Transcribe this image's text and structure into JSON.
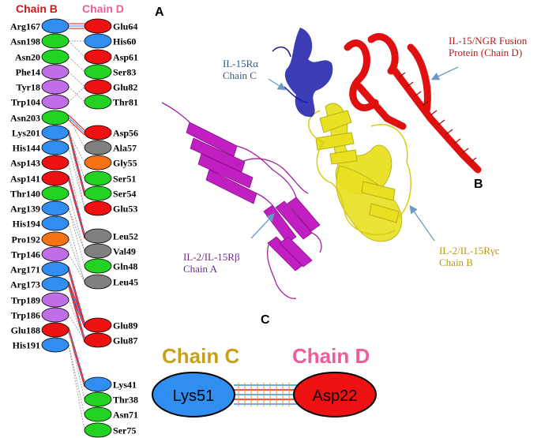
{
  "panel_a": {
    "label": "A",
    "header_left": "Chain B",
    "header_right": "Chain D",
    "left_residues": [
      {
        "name": "Arg167",
        "color": "blue"
      },
      {
        "name": "Asn198",
        "color": "green"
      },
      {
        "name": "Asn20",
        "color": "green"
      },
      {
        "name": "Phe14",
        "color": "purple"
      },
      {
        "name": "Tyr18",
        "color": "purple"
      },
      {
        "name": "Trp104",
        "color": "purple"
      },
      {
        "name": "Asn203",
        "color": "green"
      },
      {
        "name": "Lys201",
        "color": "blue"
      },
      {
        "name": "His144",
        "color": "blue"
      },
      {
        "name": "Asp143",
        "color": "red"
      },
      {
        "name": "Asp141",
        "color": "red"
      },
      {
        "name": "Thr140",
        "color": "green"
      },
      {
        "name": "Arg139",
        "color": "blue"
      },
      {
        "name": "His194",
        "color": "blue"
      },
      {
        "name": "Pro192",
        "color": "orange"
      },
      {
        "name": "Trp146",
        "color": "purple"
      },
      {
        "name": "Arg171",
        "color": "blue"
      },
      {
        "name": "Arg173",
        "color": "blue"
      },
      {
        "name": "Trp189",
        "color": "purple"
      },
      {
        "name": "Trp186",
        "color": "purple"
      },
      {
        "name": "Glu188",
        "color": "red"
      },
      {
        "name": "His191",
        "color": "blue"
      }
    ],
    "right_residues": [
      {
        "name": "Glu64",
        "color": "red"
      },
      {
        "name": "His60",
        "color": "blue"
      },
      {
        "name": "Asp61",
        "color": "red"
      },
      {
        "name": "Ser83",
        "color": "green"
      },
      {
        "name": "Glu82",
        "color": "red"
      },
      {
        "name": "Thr81",
        "color": "green"
      },
      {
        "name": "Asp56",
        "color": "red"
      },
      {
        "name": "Ala57",
        "color": "gray"
      },
      {
        "name": "Gly55",
        "color": "orange"
      },
      {
        "name": "Ser51",
        "color": "green"
      },
      {
        "name": "Ser54",
        "color": "green"
      },
      {
        "name": "Glu53",
        "color": "red"
      },
      {
        "name": "Leu52",
        "color": "gray"
      },
      {
        "name": "Val49",
        "color": "gray"
      },
      {
        "name": "Gln48",
        "color": "green"
      },
      {
        "name": "Leu45",
        "color": "gray"
      },
      {
        "name": "Glu89",
        "color": "red"
      },
      {
        "name": "Glu87",
        "color": "red"
      },
      {
        "name": "Lys41",
        "color": "blue"
      },
      {
        "name": "Thr38",
        "color": "green"
      },
      {
        "name": "Asn71",
        "color": "green"
      },
      {
        "name": "Ser75",
        "color": "green"
      }
    ]
  },
  "structure": {
    "label_il15ra": "IL-15Rα\nChain C",
    "label_fusion": "IL-15/NGR Fusion\nProtein (Chain D)",
    "label_il2rb": "IL-2/IL-15Rβ\nChain A",
    "label_il2rg": "IL-2/IL-15Rγc\nChain B",
    "label_b": "B"
  },
  "panel_c": {
    "label": "C",
    "header_left": "Chain C",
    "header_right": "Chain D",
    "left_residue": "Lys51",
    "right_residue": "Asp22"
  },
  "colors": {
    "blue": "#2f8ef0",
    "green": "#22d322",
    "red": "#ee1111",
    "purple": "#c06ee8",
    "orange": "#f57314",
    "gray": "#808080",
    "chain_b_header": "#cc1818",
    "chain_d_header": "#ee5c9c",
    "chain_c_header": "#c8a018",
    "label_blue": "#2e5a8a",
    "label_red": "#b02020",
    "label_purple": "#6b2e86",
    "label_yellow": "#b89a10"
  }
}
